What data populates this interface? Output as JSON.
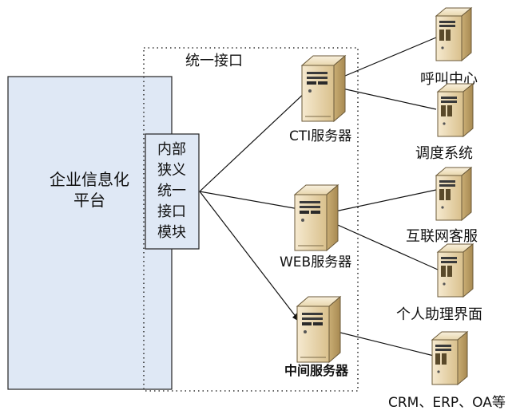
{
  "platform": {
    "line1": "企业信息化",
    "line2": "平台"
  },
  "unified_interface": {
    "label": "统一接口"
  },
  "internal_module": {
    "lines": [
      "内部",
      "狭义",
      "统一",
      "接口",
      "模块"
    ]
  },
  "servers": {
    "cti": {
      "label": "CTI服务器"
    },
    "web": {
      "label": "WEB服务器"
    },
    "middle": {
      "label": "中间服务器"
    }
  },
  "endpoints": {
    "call_center": {
      "label": "呼叫中心"
    },
    "dispatch": {
      "label": "调度系统"
    },
    "internet_service": {
      "label": "互联网客服"
    },
    "personal_assistant": {
      "label": "个人助理界面"
    },
    "crm_erp_oa": {
      "label": "CRM、ERP、OA等"
    }
  },
  "colors": {
    "platform_fill": "#dfe8f5",
    "module_fill": "#dfe8f5",
    "server_body": "#e8d6b0",
    "server_side": "#c9b07a",
    "line": "#111111"
  }
}
